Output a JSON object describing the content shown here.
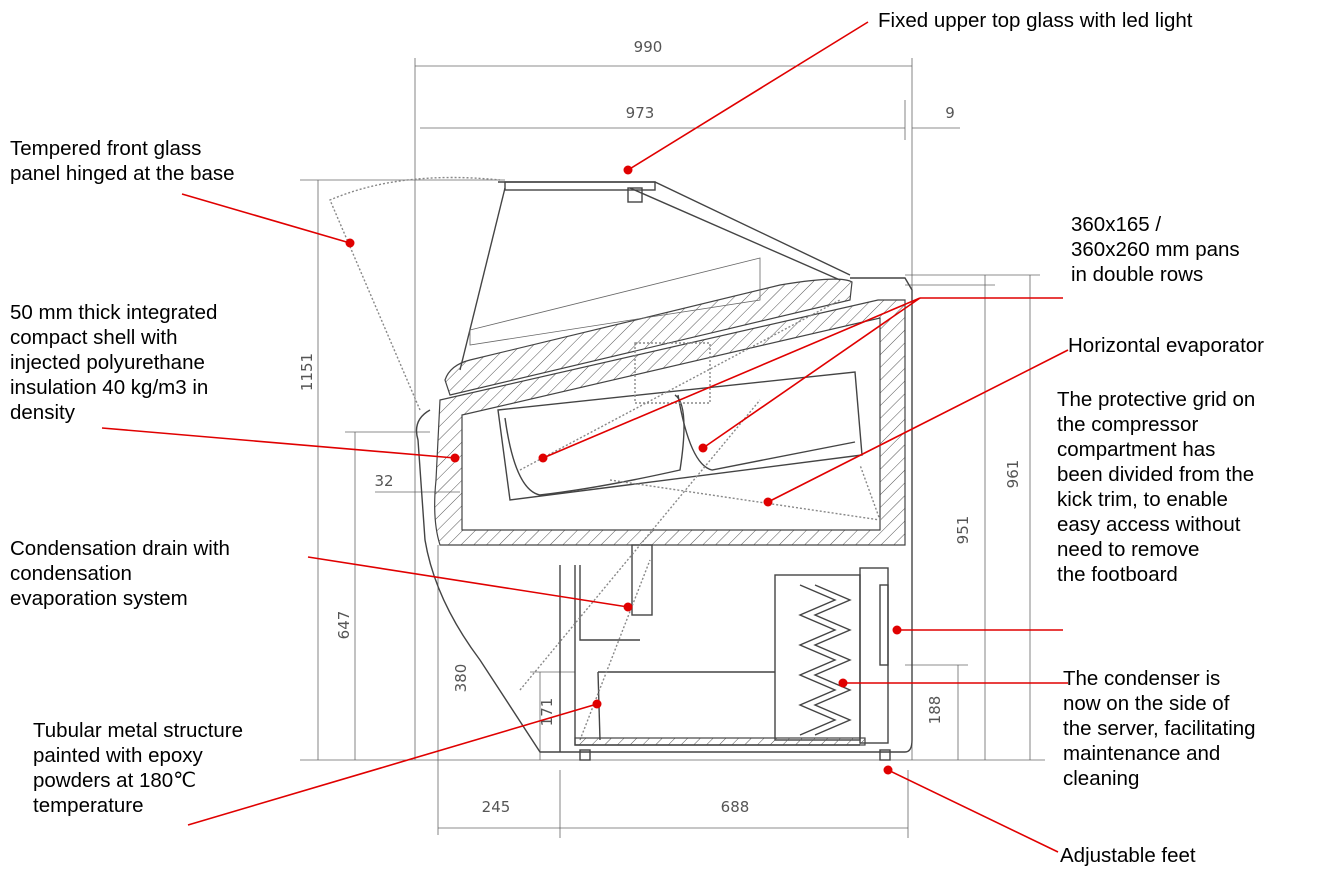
{
  "labels": {
    "top_glass": "Fixed upper top glass with led light",
    "front_glass": "Tempered front glass\npanel hinged at the base",
    "pans": "360x165 /\n360x260 mm pans\nin double rows",
    "shell": "50 mm thick integrated\ncompact shell with\ninjected polyurethane\ninsulation 40 kg/m3 in\ndensity",
    "evaporator": "Horizontal evaporator",
    "grid": "The protective grid on\nthe compressor\ncompartment has\nbeen divided from the\nkick trim, to enable\neasy access without\nneed to remove\nthe footboard",
    "drain": "Condensation drain with\ncondensation\nevaporation system",
    "condenser": "The condenser is\nnow on the side of\nthe server, facilitating\nmaintenance and\ncleaning",
    "structure": "Tubular metal structure\npainted with epoxy\npowders at 180℃\ntemperature",
    "feet": "Adjustable feet"
  },
  "dimensions": {
    "d990": "990",
    "d973": "973",
    "d9": "9",
    "d1151": "1151",
    "d647": "647",
    "d380": "380",
    "d171": "171",
    "d32": "32",
    "d951": "951",
    "d961": "961",
    "d188": "188",
    "d245": "245",
    "d688": "688"
  },
  "colors": {
    "leader": "#e00000",
    "drawing": "#444444"
  }
}
